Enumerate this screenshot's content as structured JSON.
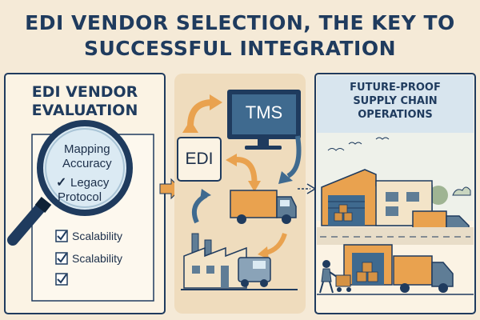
{
  "title": {
    "line1": "EDI VENDOR SELECTION, THE KEY TO",
    "line2": "SUCCESSFUL INTEGRATION"
  },
  "left_panel": {
    "title_line1": "EDI VENDOR",
    "title_line2": "EVALUATION",
    "lens_lines": [
      "Mapping",
      "Accuracy"
    ],
    "lens_check_mark": "✓",
    "lens_check_lines": [
      "Legacy",
      "Protocol"
    ],
    "checklist": [
      {
        "label": "Scalability",
        "checked": true
      },
      {
        "label": "Scalability",
        "checked": true
      },
      {
        "label": "",
        "checked": true
      }
    ]
  },
  "middle_panel": {
    "tms_label": "TMS",
    "edi_label": "EDI"
  },
  "right_panel": {
    "title_lines": [
      "FUTURE-PROOF",
      "SUPPLY CHAIN",
      "OPERATIONS"
    ]
  },
  "colors": {
    "navy": "#1f3b5e",
    "orange": "#e9a24f",
    "cream": "#f5ead7",
    "panel_cream": "#fbf3e4",
    "tan": "#efdcbd",
    "steel": "#5f7d96"
  },
  "icons": [
    "magnifier-icon",
    "checkbox-icon",
    "monitor-icon",
    "truck-icon",
    "factory-icon",
    "warehouse-icon",
    "forklift-worker-icon",
    "cycle-arrow-icon",
    "flow-arrow-icon"
  ]
}
